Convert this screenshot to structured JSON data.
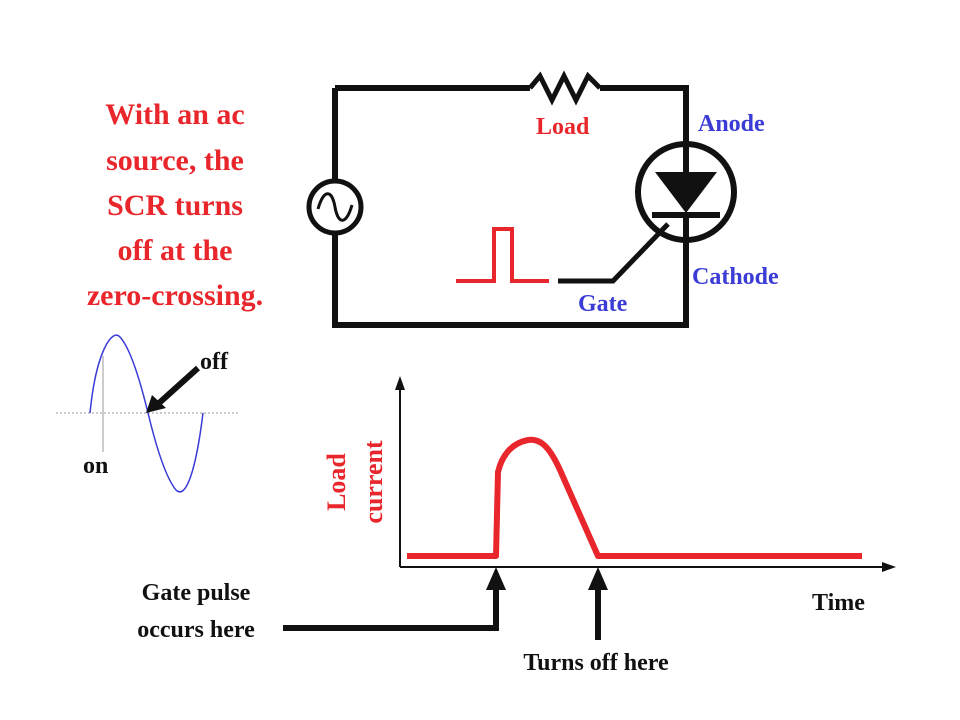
{
  "title": {
    "lines": [
      "With an ac",
      "source, the",
      "SCR turns",
      "off at the",
      "zero-crossing."
    ]
  },
  "circuit": {
    "load_label": "Load",
    "anode_label": "Anode",
    "cathode_label": "Cathode",
    "gate_label": "Gate"
  },
  "sine_inset": {
    "off_label": "off",
    "on_label": "on"
  },
  "graph": {
    "ylabel_line1": "Load",
    "ylabel_line2": "current",
    "xlabel": "Time",
    "gate_pulse_line1": "Gate pulse",
    "gate_pulse_line2": "occurs here",
    "turns_off_label": "Turns off here"
  },
  "colors": {
    "title": "#e8262b",
    "circuit_labels": "#3b3bd6",
    "red_trace": "#e8262b",
    "wire": "#111111",
    "sine": "#3b3bd6"
  }
}
